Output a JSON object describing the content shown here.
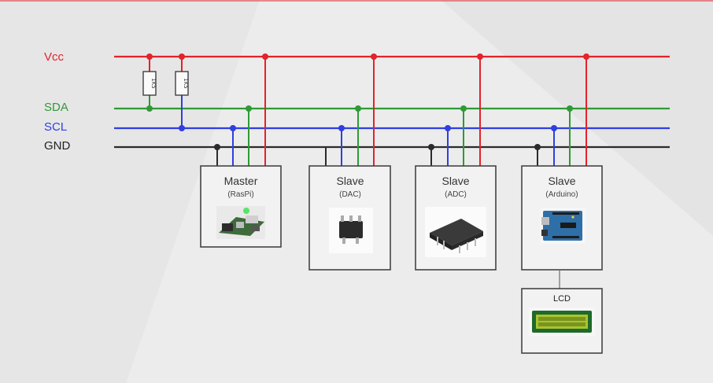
{
  "buses": {
    "vcc": {
      "label": "Vcc",
      "color": "#e2232b"
    },
    "sda": {
      "label": "SDA",
      "color": "#2f9a35"
    },
    "scl": {
      "label": "SCL",
      "color": "#2f3fe0"
    },
    "gnd": {
      "label": "GND",
      "color": "#2b2b2b"
    }
  },
  "resistors": [
    {
      "label": "1K5"
    },
    {
      "label": "1K5"
    }
  ],
  "devices": [
    {
      "title": "Master",
      "subtitle": "(RasPi)",
      "icon": "raspberry-pi-board-icon"
    },
    {
      "title": "Slave",
      "subtitle": "(DAC)",
      "icon": "dac-chip-icon"
    },
    {
      "title": "Slave",
      "subtitle": "(ADC)",
      "icon": "adc-chip-icon"
    },
    {
      "title": "Slave",
      "subtitle": "(Arduino)",
      "icon": "arduino-board-icon"
    }
  ],
  "lcd": {
    "title": "LCD",
    "icon": "lcd-display-icon"
  },
  "colors": {
    "background": "#ececec",
    "box_border": "#444444",
    "box_fill": "#f2f2f2"
  }
}
